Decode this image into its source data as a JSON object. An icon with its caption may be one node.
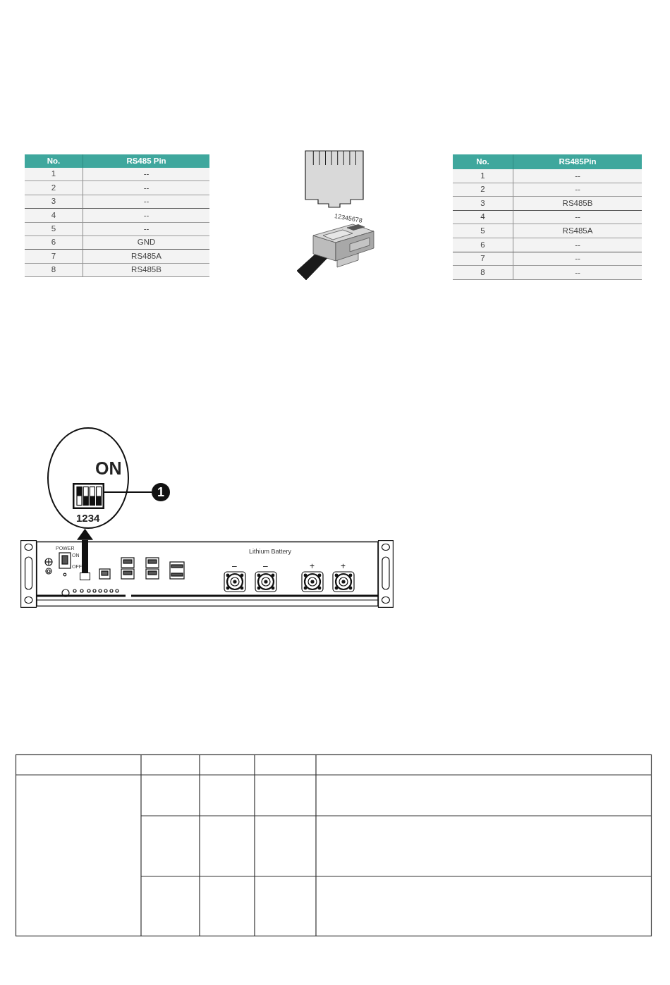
{
  "diagram": {
    "nodes": [
      {
        "text": [
          "ON",
          "1234"
        ]
      },
      {
        "text": [],
        "shape": "picture",
        "in": 0
      },
      {
        "text": [
          "1"
        ]
      },
      {
        "text": [
          "Lithium Battery"
        ]
      },
      {
        "text": [],
        "shape": "box",
        "in": 3
      }
    ],
    "edges": [
      {
        "from": 2,
        "to": 1,
        "arrow": "none"
      },
      {
        "from": 4,
        "to": 0,
        "arrow": "to",
        "style": "thick"
      }
    ],
    "labels": [
      "No.",
      "RS485 Pin",
      "1",
      "--",
      "2",
      "--",
      "3",
      "--",
      "4",
      "--",
      "5",
      "--",
      "6",
      "GND",
      "7",
      "RS485A",
      "8",
      "RS485B",
      "12345678",
      "No.",
      "RS485Pin",
      "1",
      "--",
      "2",
      "--",
      "3",
      "RS485B",
      "4",
      "--",
      "5",
      "RS485A",
      "6",
      "--",
      "7",
      "--",
      "8",
      "--",
      "POWER",
      "ON",
      "OFF",
      "–",
      "–",
      "+",
      "+"
    ]
  }
}
